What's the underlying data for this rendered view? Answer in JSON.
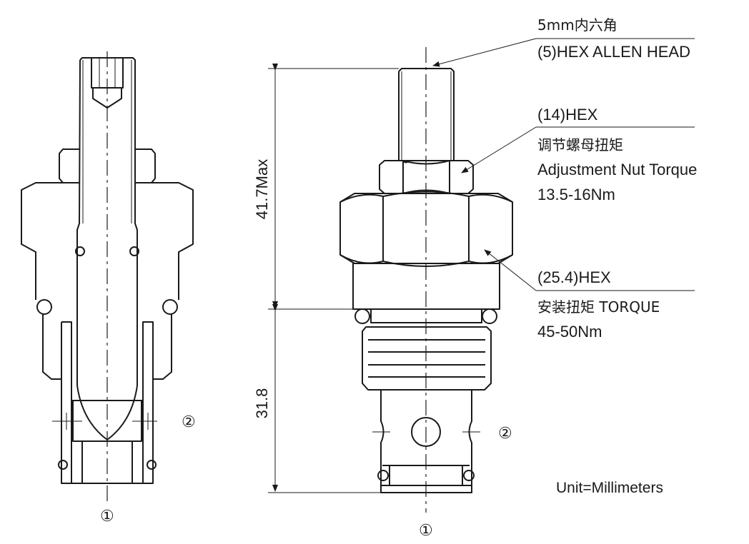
{
  "callouts": {
    "allen": {
      "cn": "5mm内六角",
      "en": "(5)HEX ALLEN HEAD"
    },
    "adjust_nut": {
      "size": "(14)HEX",
      "cn": "调节螺母扭矩",
      "en": "Adjustment Nut Torque",
      "torque": "13.5-16Nm"
    },
    "install": {
      "size": "(25.4)HEX",
      "cn_en": "安装扭矩  TORQUE",
      "torque": "45-50Nm"
    }
  },
  "dimensions": {
    "upper": "41.7Max",
    "lower": "31.8"
  },
  "ports": {
    "port1": "①",
    "port2": "②"
  },
  "unit_note": "Unit=Millimeters"
}
